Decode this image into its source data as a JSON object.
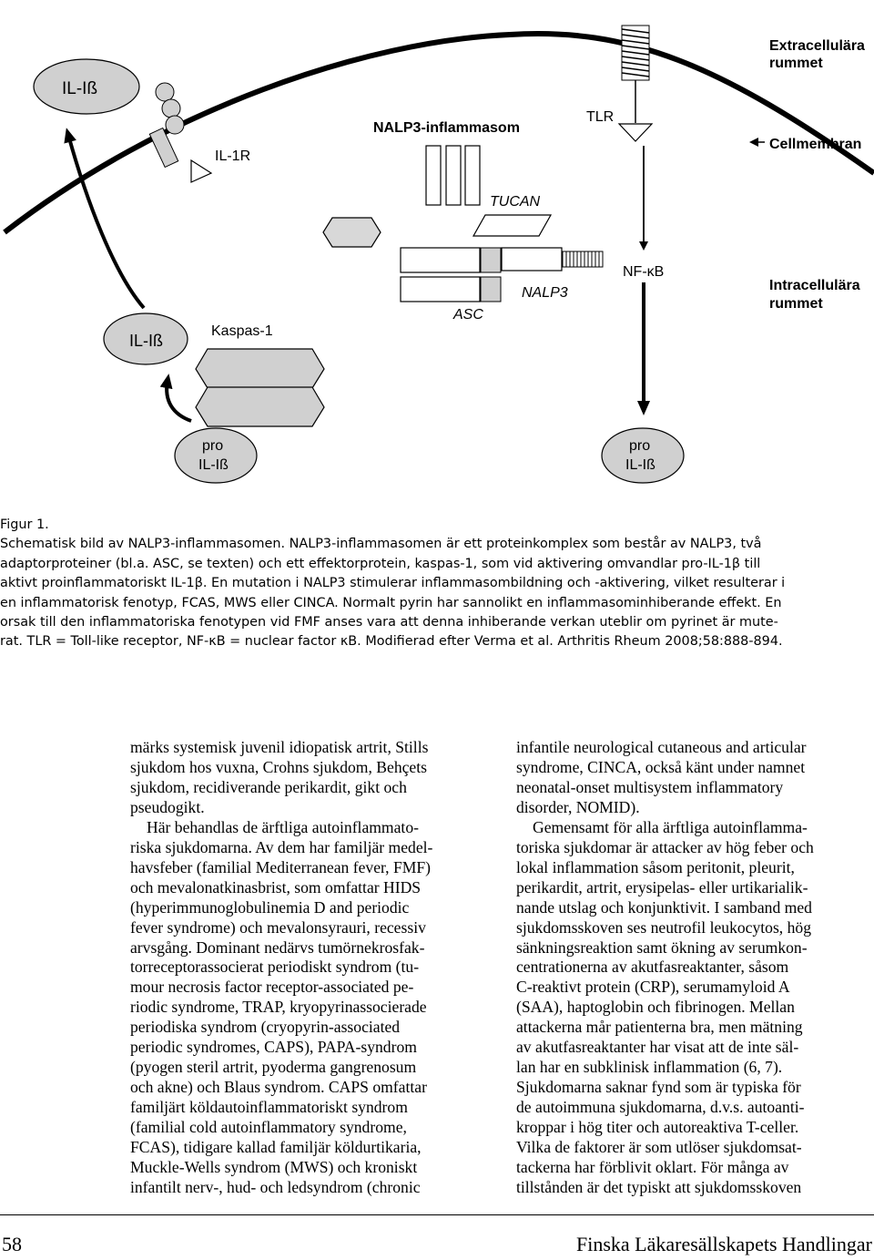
{
  "figure": {
    "labels": {
      "extracellular": [
        "Extracellulära",
        "rummet"
      ],
      "cellmembrane": "Cellmembran",
      "intracellular": [
        "Intracellulära",
        "rummet"
      ],
      "nalp3_inflammasome": "NALP3-inflammasom",
      "tlr": "TLR",
      "il1r": "IL-1R",
      "tucan": "TUCAN",
      "nalp3": "NALP3",
      "asc": "ASC",
      "nfkb": "NF-κB",
      "caspase1": "Kaspas-1",
      "il1b_outside": "IL-Iß",
      "il1b_inside": "IL-Iß",
      "pro_left": [
        "pro",
        "IL-Iß"
      ],
      "pro_right": [
        "pro",
        "IL-Iß"
      ]
    }
  },
  "caption": {
    "lines": [
      "Figur 1.",
      "Schematisk bild av NALP3-inflammasomen. NALP3-inflammasomen är ett proteinkomplex som består av NALP3,  två",
      "adaptorproteiner (bl.a. ASC, se texten) och ett effektorprotein, kaspas-1, som vid aktivering omvandlar pro-IL-1β till",
      "aktivt proinflammatoriskt IL-1β. En mutation i NALP3 stimulerar inflammasombildning och -aktivering, vilket resulterar i",
      "en inflammatorisk fenotyp, FCAS, MWS eller CINCA. Normalt pyrin har sannolikt en inflammasominhiberande effekt. En",
      "orsak till den inflammatoriska fenotypen vid FMF anses vara att denna inhiberande verkan uteblir om pyrinet är mute-",
      "rat. TLR = Toll-like receptor, NF-κB = nuclear factor κB. Modifierad efter Verma et al. Arthritis Rheum 2008;58:888-894."
    ]
  },
  "body_left": [
    "märks systemisk juvenil idiopatisk artrit, Stills",
    "sjukdom hos vuxna, Crohns sjukdom, Behçets",
    "sjukdom, recidiverande perikardit, gikt och",
    "pseudogikt.",
    "Här behandlas de ärftliga autoinflammato-",
    "riska sjukdomarna. Av dem har familjär medel-",
    "havsfeber (familial Mediterranean fever, FMF)",
    "och mevalonatkinasbrist, som omfattar HIDS",
    "(hyperimmunoglobulinemia D and periodic",
    "fever syndrome) och mevalonsyrauri, recessiv",
    "arvsgång. Dominant nedärvs tumörnekrosfak-",
    "torreceptorassocierat periodiskt syndrom (tu-",
    "mour necrosis factor receptor-associated pe-",
    "riodic syndrome, TRAP, kryopyrinassocierade",
    "periodiska syndrom (cryopyrin-associated",
    "periodic syndromes, CAPS), PAPA-syndrom",
    "(pyogen steril artrit, pyoderma gangrenosum",
    "och akne) och Blaus syndrom. CAPS omfattar",
    "familjärt köldautoinflammatoriskt syndrom",
    "(familial cold autoinflammatory syndrome,",
    "FCAS), tidigare kallad familjär köldurtikaria,",
    "Muckle-Wells syndrom (MWS) och kroniskt",
    "infantilt nerv-, hud- och ledsyndrom (chronic"
  ],
  "body_right": [
    "infantile neurological cutaneous and articular",
    "syndrome, CINCA, också känt under namnet",
    "neonatal-onset multisystem inflammatory",
    "disorder, NOMID).",
    "Gemensamt för alla ärftliga autoinflamma-",
    "toriska sjukdomar är attacker av hög feber och",
    "lokal inflammation såsom peritonit, pleurit,",
    "perikardit, artrit, erysipelas- eller urtikarialik-",
    "nande utslag och konjunktivit. I samband med",
    "sjukdomsskoven ses neutrofil leukocytos, hög",
    "sänkningsreaktion samt ökning av serumkon-",
    "centrationerna av akutfasreaktanter, såsom",
    "C-reaktivt protein (CRP), serumamyloid A",
    "(SAA), haptoglobin och fibrinogen. Mellan",
    "attackerna mår patienterna bra, men mätning",
    "av akutfasreaktanter har visat att de inte säl-",
    "lan har en subklinisk inflammation (6, 7).",
    "Sjukdomarna saknar fynd som är typiska för",
    "de autoimmuna sjukdomarna, d.v.s. autoanti-",
    "kroppar i hög titer och autoreaktiva T-celler.",
    "Vilka de faktorer är som utlöser sjukdomsat-",
    "tackerna har förblivit oklart. För många av",
    "tillstånden är det typiskt att sjukdomsskoven"
  ],
  "footer": {
    "page_number": "58",
    "journal": "Finska Läkaresällskapets Handlingar"
  }
}
